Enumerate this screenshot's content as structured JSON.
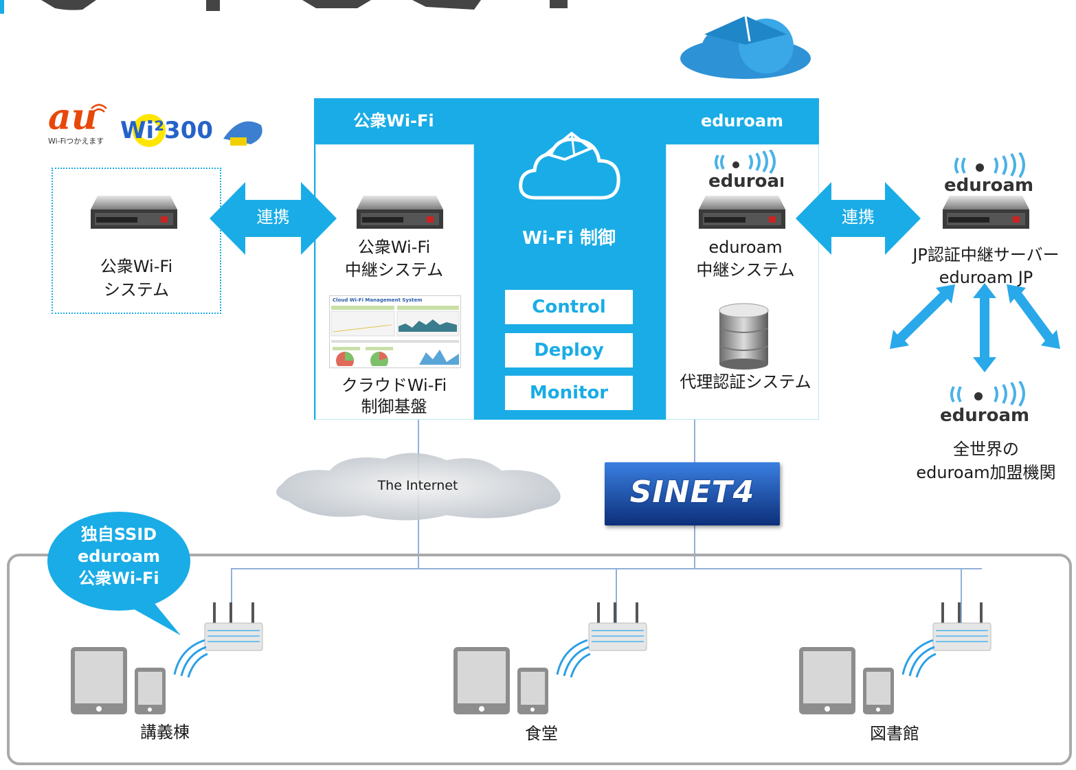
{
  "panels": {
    "public_header": "公衆Wi-Fi",
    "eduroam_header": "eduroam",
    "center_title": "Wi-Fi 制御",
    "buttons": [
      "Control",
      "Deploy",
      "Monitor"
    ]
  },
  "left_system": {
    "label_line1": "公衆Wi-Fi",
    "label_line2": "システム"
  },
  "partner_logos": {
    "au_text": "au",
    "au_sub": "Wi-Fiつかえます",
    "wi2_text": "Wi²300"
  },
  "links": {
    "left_arrow_label": "連携",
    "right_arrow_label": "連携"
  },
  "public_panel": {
    "relay_line1": "公衆Wi-Fi",
    "relay_line2": "中継システム",
    "screenshot_title": "Cloud Wi-Fi Management System",
    "cloud_line1": "クラウドWi-Fi",
    "cloud_line2": "制御基盤"
  },
  "eduroam_panel": {
    "logo_text": "eduroam",
    "relay_line1": "eduroam",
    "relay_line2": "中継システム",
    "proxy_label": "代理認証システム"
  },
  "right_side": {
    "logo_text": "eduroam",
    "jp_line1": "JP認証中継サーバー",
    "jp_line2": "eduroam JP",
    "world_logo_text": "eduroam",
    "world_line1": "全世界の",
    "world_line2": "eduroam加盟機関"
  },
  "network": {
    "internet_label": "The Internet",
    "sinet_label": "SINET4"
  },
  "bubble": {
    "line1": "独自SSID",
    "line2": "eduroam",
    "line3": "公衆Wi-Fi"
  },
  "sites": [
    "講義棟",
    "食堂",
    "図書館"
  ],
  "colors": {
    "accent": "#1aace6",
    "line": "#8fb0d8",
    "campus_border": "#a9a9a9"
  }
}
